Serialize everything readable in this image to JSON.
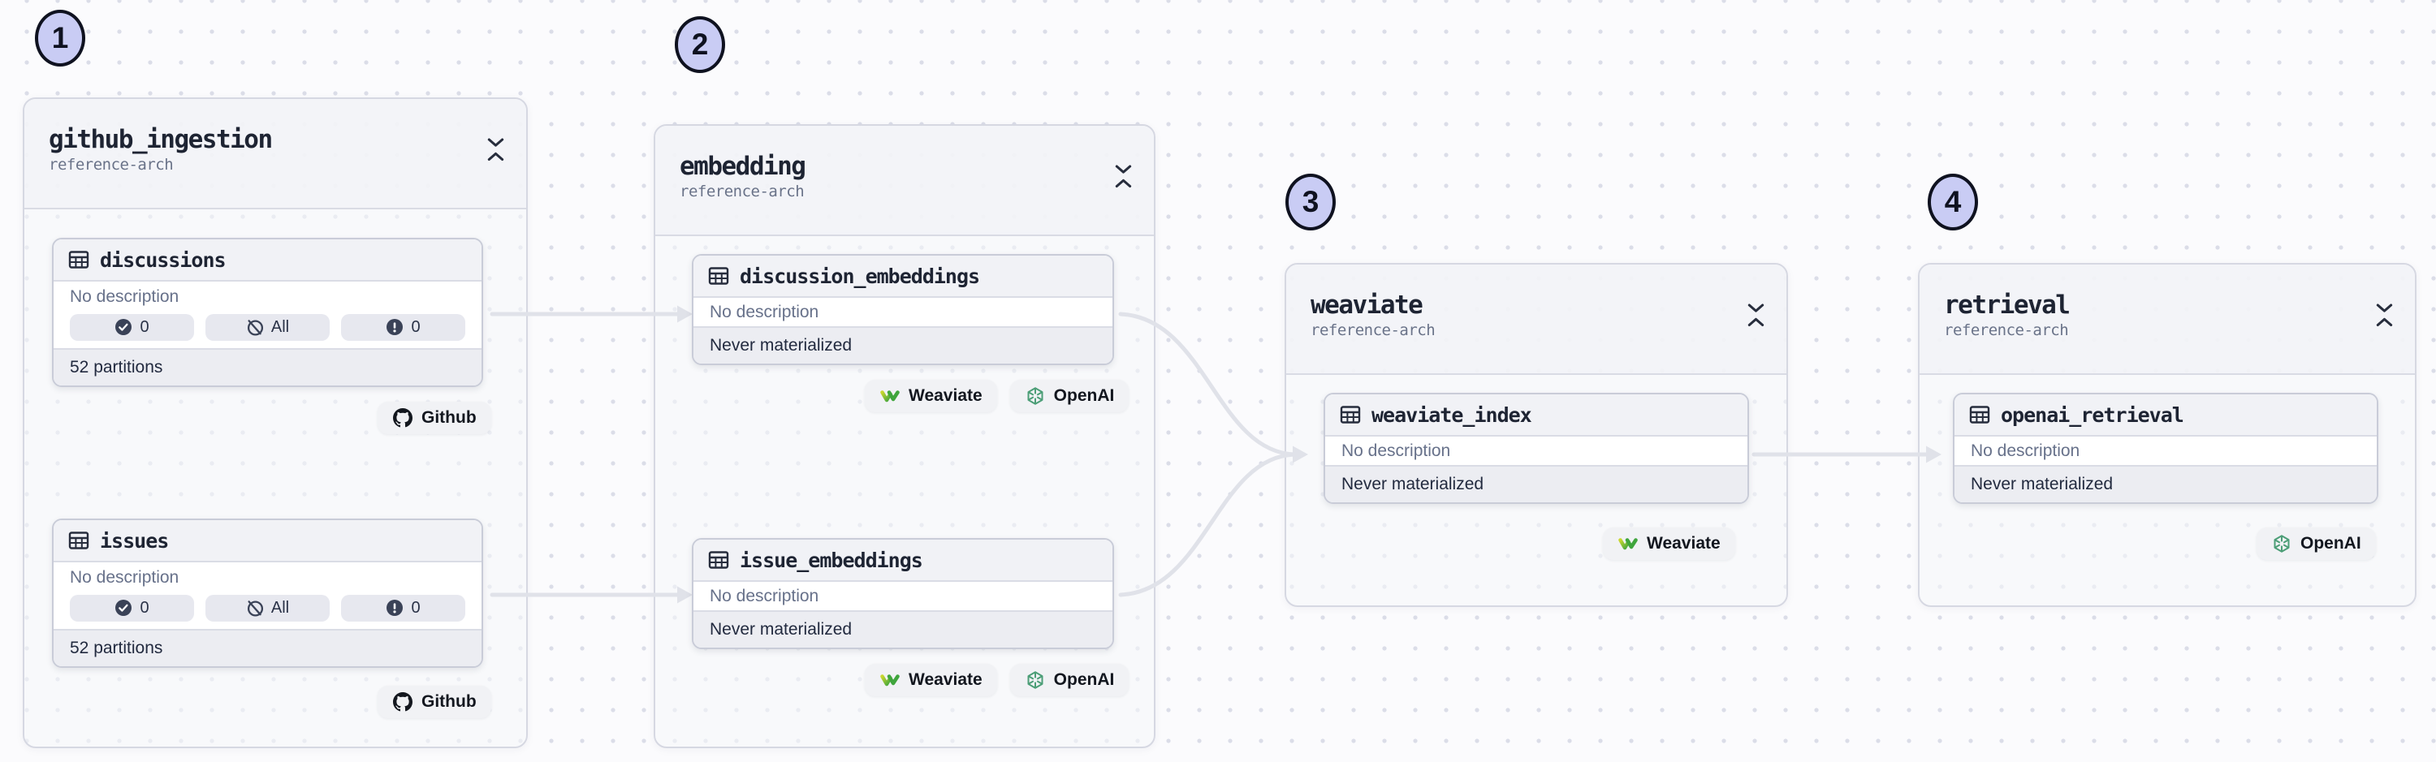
{
  "colors": {
    "accent_circle_fill": "#C9CCF4",
    "edge": "#E0E2E9",
    "text_dark": "#1E2433",
    "text_muted": "#67718A",
    "pill_icon": "#3A4257",
    "openai_green": "#4C9E77",
    "weaviate_green": "#3FA53C",
    "weaviate_yellow": "#C8D62E",
    "github_black": "#14181F"
  },
  "steps": [
    "1",
    "2",
    "3",
    "4"
  ],
  "groups": [
    {
      "title": "github_ingestion",
      "subtitle": "reference-arch"
    },
    {
      "title": "embedding",
      "subtitle": "reference-arch"
    },
    {
      "title": "weaviate",
      "subtitle": "reference-arch"
    },
    {
      "title": "retrieval",
      "subtitle": "reference-arch"
    }
  ],
  "assets": {
    "discussions": {
      "name": "discussions",
      "description": "No description",
      "pills": [
        {
          "icon": "check-circle-icon",
          "label": "0"
        },
        {
          "icon": "circle-slash-icon",
          "label": "All"
        },
        {
          "icon": "exclamation-circle-icon",
          "label": "0"
        }
      ],
      "footer": "52 partitions",
      "kinds": [
        "Github"
      ]
    },
    "issues": {
      "name": "issues",
      "description": "No description",
      "pills": [
        {
          "icon": "check-circle-icon",
          "label": "0"
        },
        {
          "icon": "circle-slash-icon",
          "label": "All"
        },
        {
          "icon": "exclamation-circle-icon",
          "label": "0"
        }
      ],
      "footer": "52 partitions",
      "kinds": [
        "Github"
      ]
    },
    "discussion_embeddings": {
      "name": "discussion_embeddings",
      "description": "No description",
      "footer": "Never materialized",
      "kinds": [
        "Weaviate",
        "OpenAI"
      ]
    },
    "issue_embeddings": {
      "name": "issue_embeddings",
      "description": "No description",
      "footer": "Never materialized",
      "kinds": [
        "Weaviate",
        "OpenAI"
      ]
    },
    "weaviate_index": {
      "name": "weaviate_index",
      "description": "No description",
      "footer": "Never materialized",
      "kinds": [
        "Weaviate"
      ]
    },
    "openai_retrieval": {
      "name": "openai_retrieval",
      "description": "No description",
      "footer": "Never materialized",
      "kinds": [
        "OpenAI"
      ]
    }
  }
}
